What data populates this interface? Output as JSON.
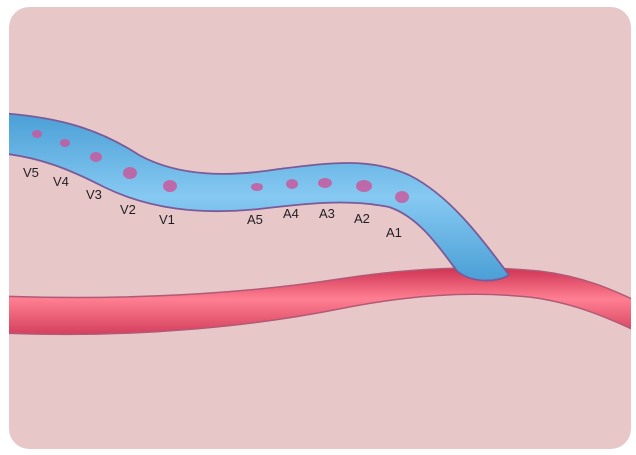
{
  "colors": {
    "background": "#e8c7c9",
    "vessel_blue_edge": "#4aa0d8",
    "vessel_blue_core": "#7ec4f0",
    "vessel_blue_outline": "#7a5a98",
    "vessel_red_edge": "#d83d5a",
    "vessel_red_core": "#ff7a8e",
    "vessel_red_outline": "#b05a78",
    "particle": "#c85a9e",
    "label_text": "#1f1f24"
  },
  "labels": {
    "v5": "V5",
    "v4": "V4",
    "v3": "V3",
    "v2": "V2",
    "v1": "V1",
    "a5": "A5",
    "a4": "A4",
    "a3": "A3",
    "a2": "A2",
    "a1": "A1"
  }
}
